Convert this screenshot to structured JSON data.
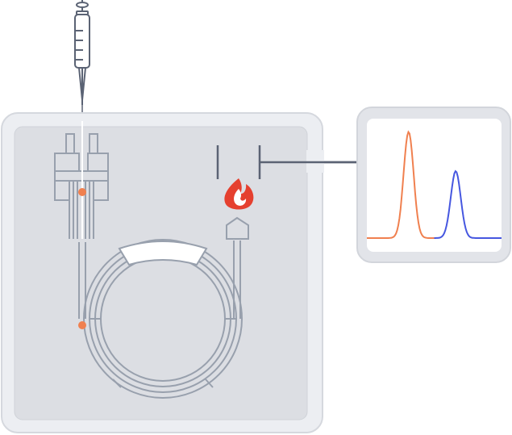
{
  "diagram": {
    "name": "gas-chromatograph-schematic",
    "components": [
      {
        "id": "syringe",
        "icon": "syringe-icon"
      },
      {
        "id": "instrument",
        "icon": "oven-box"
      },
      {
        "id": "injector",
        "icon": "injector-port-icon"
      },
      {
        "id": "column",
        "icon": "coiled-column-icon"
      },
      {
        "id": "detector",
        "icon": "flame-ionization-detector-icon"
      },
      {
        "id": "chromatogram",
        "icon": "chromatogram-display-icon"
      }
    ],
    "chromatogram": {
      "type": "line",
      "series": [
        {
          "color": "#f0804f",
          "peak_x": 0.31,
          "peak_height": 0.92,
          "width": 0.085
        },
        {
          "color": "#4657e0",
          "peak_x": 0.66,
          "peak_height": 0.58,
          "width": 0.085
        }
      ]
    },
    "colors": {
      "outline": "#98a0ad",
      "outline_dark": "#5b6374",
      "box_outer": "#eceef2",
      "box_inner": "#d9dbe1",
      "flame_red": "#e5402f",
      "flame_inner": "#ffffff",
      "marker": "#f0804f",
      "peak_1": "#f0804f",
      "peak_2": "#4657e0"
    }
  }
}
